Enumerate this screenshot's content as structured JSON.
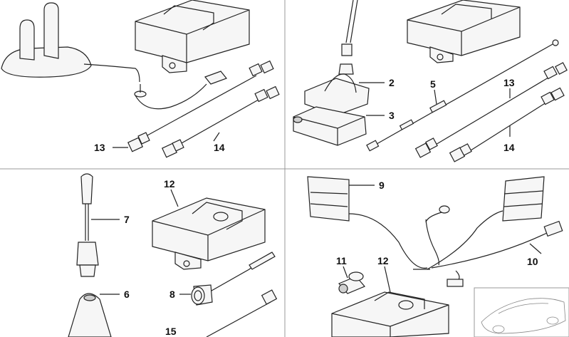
{
  "callouts": {
    "q1_13": "13",
    "q1_14": "14",
    "q2_2": "2",
    "q2_3": "3",
    "q2_5": "5",
    "q2_13": "13",
    "q2_14": "14",
    "q3_7": "7",
    "q3_12": "12",
    "q3_6": "6",
    "q3_8": "8",
    "q3_15": "15",
    "q4_9": "9",
    "q4_10": "10",
    "q4_11": "11",
    "q4_12": "12"
  }
}
